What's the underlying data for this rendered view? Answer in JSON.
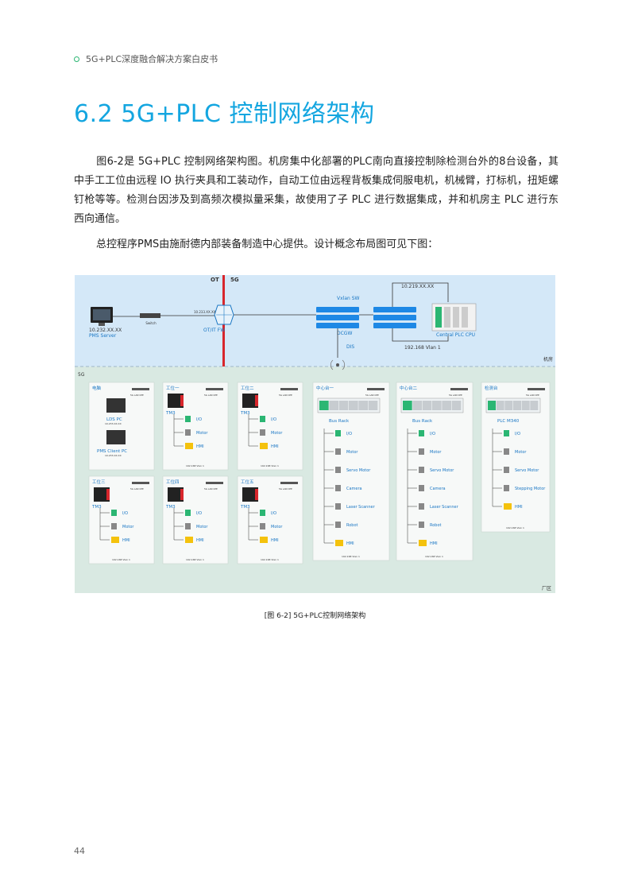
{
  "header": {
    "text": "5G+PLC深度融合解决方案白皮书"
  },
  "title": "6.2 5G+PLC 控制网络架构",
  "paragraphs": [
    "图6-2是 5G+PLC 控制网络架构图。机房集中化部署的PLC南向直接控制除检测台外的8台设备，其中手工工位由远程 IO 执行夹具和工装动作，自动工位由远程背板集成伺服电机，机械臂，打标机，扭矩螺钉枪等等。检测台因涉及到高频次模拟量采集，故使用了子 PLC 进行数据集成，并和机房主 PLC 进行东西向通信。",
    "总控程序PMS由施耐德内部装备制造中心提供。设计概念布局图可见下图："
  ],
  "figure": {
    "top": {
      "ot": "OT",
      "g5": "5G",
      "pms_ip": "10.232.XX.XX",
      "pms_label": "PMS Server",
      "switch_label": "Switch",
      "fw_ip": "10.233.XX.XX",
      "fw_label": "OT/IT FW",
      "vxlan": "Vxlan SW",
      "dcgw": "DCGW",
      "dis": "DIS",
      "cpu_ip": "10.219.XX.XX",
      "cpu_label": "Central PLC CPU",
      "vlan": "192.168 Vlan 1",
      "room": "机房"
    },
    "bottom": {
      "g5": "5G",
      "factory": "厂区",
      "boxes": [
        {
          "title": "电脑",
          "items": [
            "LDS PC",
            "PMS Client PC"
          ],
          "ip": "10.233.XX.XX"
        },
        {
          "title": "工位一",
          "cpu": "TM3",
          "items": [
            "I/O",
            "Motor",
            "HMI"
          ],
          "vlan": "192.168 Vlan 1"
        },
        {
          "title": "工位二",
          "cpu": "TM3",
          "items": [
            "I/O",
            "Motor",
            "HMI"
          ],
          "vlan": "192.168 Vlan 1"
        },
        {
          "title": "工位三",
          "cpu": "TM3",
          "items": [
            "I/O",
            "Motor",
            "HMI"
          ],
          "vlan": "192.168 Vlan 1"
        },
        {
          "title": "工位四",
          "cpu": "TM3",
          "items": [
            "I/O",
            "Motor",
            "HMI"
          ],
          "vlan": "192.168 Vlan 1"
        },
        {
          "title": "工位五",
          "cpu": "TM3",
          "items": [
            "I/O",
            "Motor",
            "HMI"
          ],
          "vlan": "192.168 Vlan 1"
        },
        {
          "title": "中心台一",
          "rack": "Bus Rack",
          "items": [
            "I/O",
            "Motor",
            "Servo Motor",
            "Camera",
            "Laser Scanner",
            "Robot",
            "HMI"
          ],
          "vlan": "192.168 Vlan 1"
        },
        {
          "title": "中心台二",
          "rack": "Bus Rack",
          "items": [
            "I/O",
            "Motor",
            "Servo Motor",
            "Camera",
            "Laser Scanner",
            "Robot",
            "HMI"
          ],
          "vlan": "192.168 Vlan 1"
        },
        {
          "title": "检测台",
          "rack": "PLC M340",
          "items": [
            "I/O",
            "Motor",
            "Servo Motor",
            "Stepping Motor",
            "HMI"
          ],
          "vlan": "192.168 Vlan 1"
        }
      ],
      "lan": "5G LAN CPE"
    },
    "colors": {
      "accent": "#14a6e0",
      "top_bg": "#d4e8f8",
      "bottom_bg": "#d9e9e2",
      "red": "#d8262c"
    }
  },
  "caption": "[图 6-2] 5G+PLC控制网络架构",
  "page_number": "44"
}
